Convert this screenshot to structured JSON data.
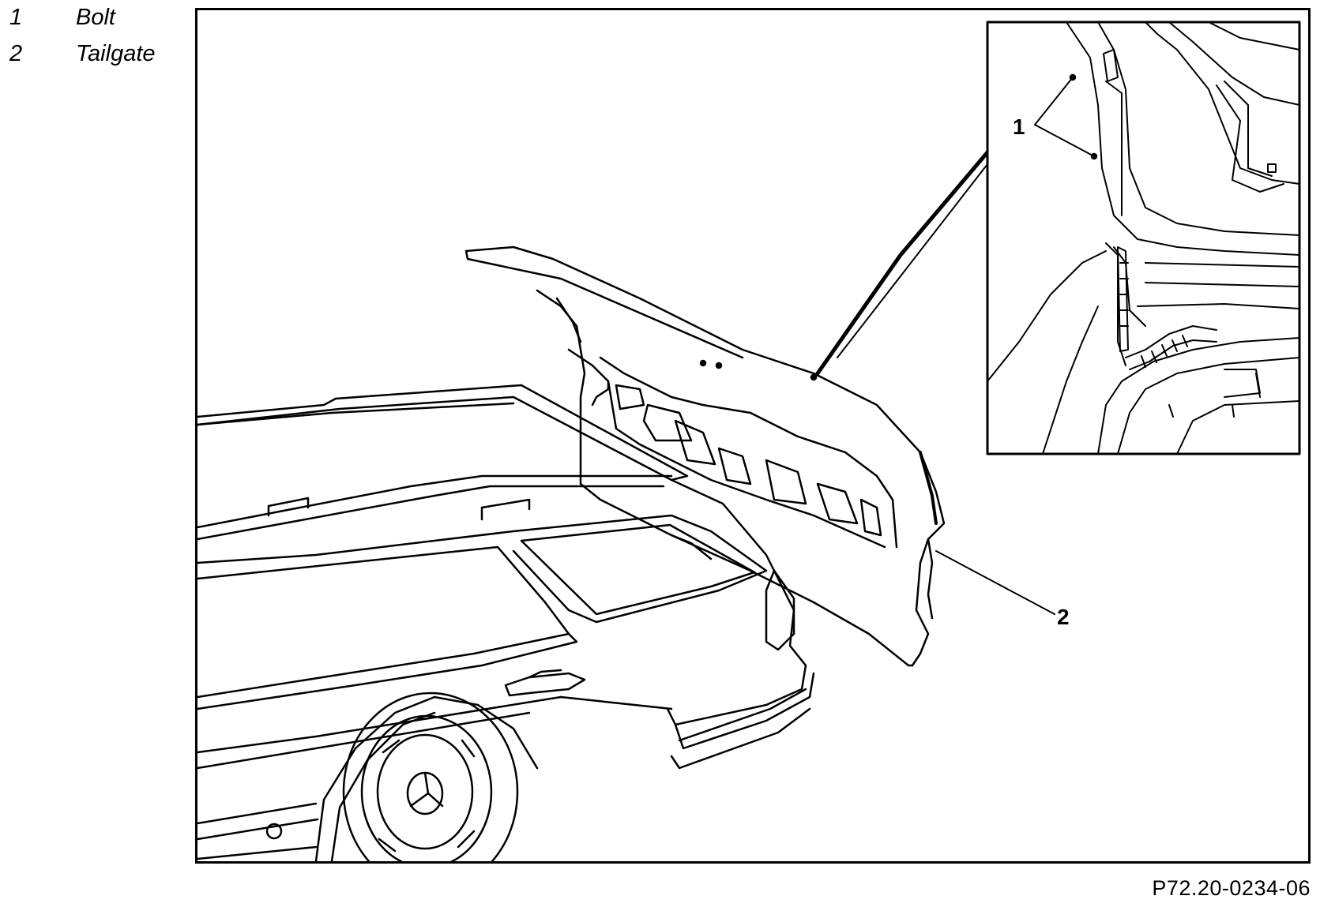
{
  "legend": [
    {
      "number": "1",
      "label": "Bolt"
    },
    {
      "number": "2",
      "label": "Tailgate"
    }
  ],
  "callouts": {
    "bolt": "1",
    "tailgate": "2"
  },
  "figure_ref": "P72.20-0234-06"
}
